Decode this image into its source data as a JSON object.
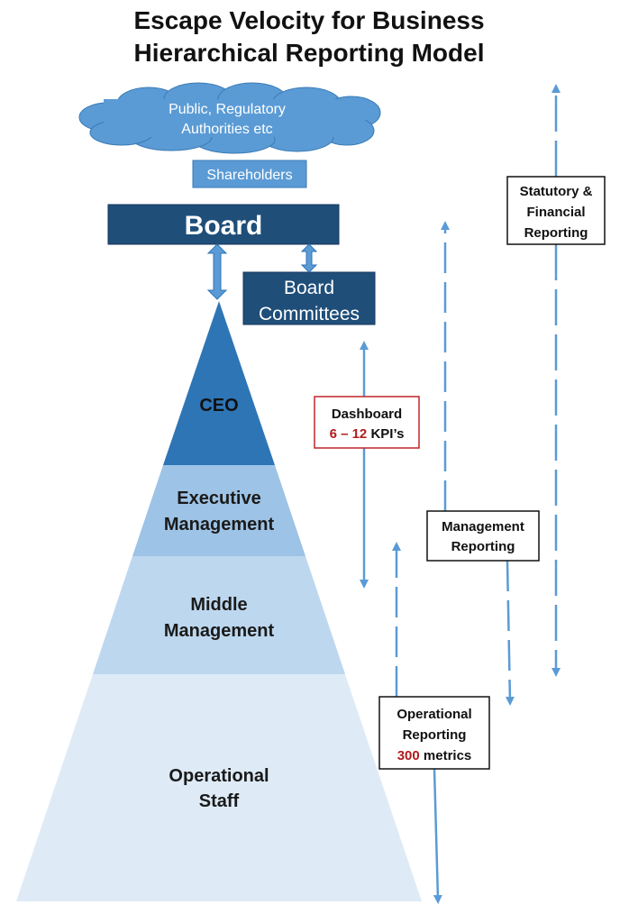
{
  "title": {
    "line1": "Escape Velocity for Business",
    "line2": "Hierarchical Reporting Model"
  },
  "cloud": {
    "line1": "Public, Regulatory",
    "line2": "Authorities etc"
  },
  "shareholders": "Shareholders",
  "board": "Board",
  "board_committees": {
    "line1": "Board",
    "line2": "Committees"
  },
  "pyramid": {
    "ceo": "CEO",
    "executive": {
      "line1": "Executive",
      "line2": "Management"
    },
    "middle": {
      "line1": "Middle",
      "line2": "Management"
    },
    "operational": {
      "line1": "Operational",
      "line2": "Staff"
    }
  },
  "dashboard": {
    "line1": "Dashboard",
    "range": "6 – 12",
    "unit": " KPI’s"
  },
  "management_reporting": {
    "line1": "Management",
    "line2": "Reporting"
  },
  "statutory": {
    "line1": "Statutory &",
    "line2": "Financial",
    "line3": "Reporting"
  },
  "operational_reporting": {
    "line1": "Operational",
    "line2": "Reporting",
    "count": "300",
    "unit": " metrics"
  },
  "colors": {
    "dark_blue": "#1f4e79",
    "mid_blue": "#2e75b6",
    "light_blue": "#5b9bd5",
    "tier_exec": "#9dc3e6",
    "tier_middle": "#bdd7ee",
    "tier_operational": "#deebf7",
    "arrow": "#5b9bd5",
    "accent_red": "#b01c1c"
  }
}
